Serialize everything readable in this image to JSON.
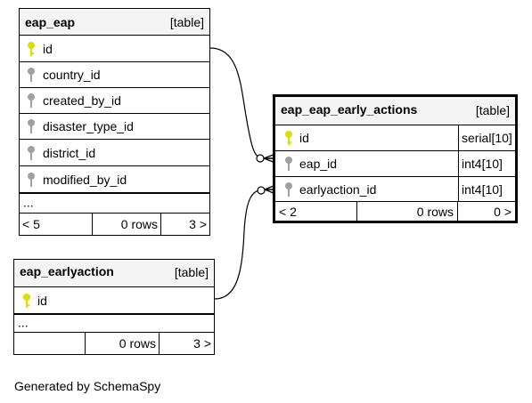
{
  "tables": {
    "eap_eap": {
      "name": "eap_eap",
      "type": "[table]",
      "columns": [
        "id",
        "country_id",
        "created_by_id",
        "disaster_type_id",
        "district_id",
        "modified_by_id"
      ],
      "ellipsis": "...",
      "footer": {
        "prev": "< 5",
        "rows": "0 rows",
        "next": "3 >"
      }
    },
    "eap_eap_early_actions": {
      "name": "eap_eap_early_actions",
      "type": "[table]",
      "columns": [
        {
          "name": "id",
          "type": "serial[10]"
        },
        {
          "name": "eap_id",
          "type": "int4[10]"
        },
        {
          "name": "earlyaction_id",
          "type": "int4[10]"
        }
      ],
      "footer": {
        "prev": "< 2",
        "rows": "0 rows",
        "next": "0 >"
      }
    },
    "eap_earlyaction": {
      "name": "eap_earlyaction",
      "type": "[table]",
      "columns": [
        "id"
      ],
      "ellipsis": "...",
      "footer": {
        "prev": "",
        "rows": "0 rows",
        "next": "3 >"
      }
    }
  },
  "relationships": [
    {
      "from": "eap_eap_early_actions.eap_id",
      "to": "eap_eap.id"
    },
    {
      "from": "eap_eap_early_actions.earlyaction_id",
      "to": "eap_earlyaction.id"
    }
  ],
  "colors": {
    "primary_key": "#dddd00",
    "foreign_key": "#a0a0a0",
    "header_bg": "#f4f4f4"
  },
  "generated_by": "Generated by SchemaSpy"
}
